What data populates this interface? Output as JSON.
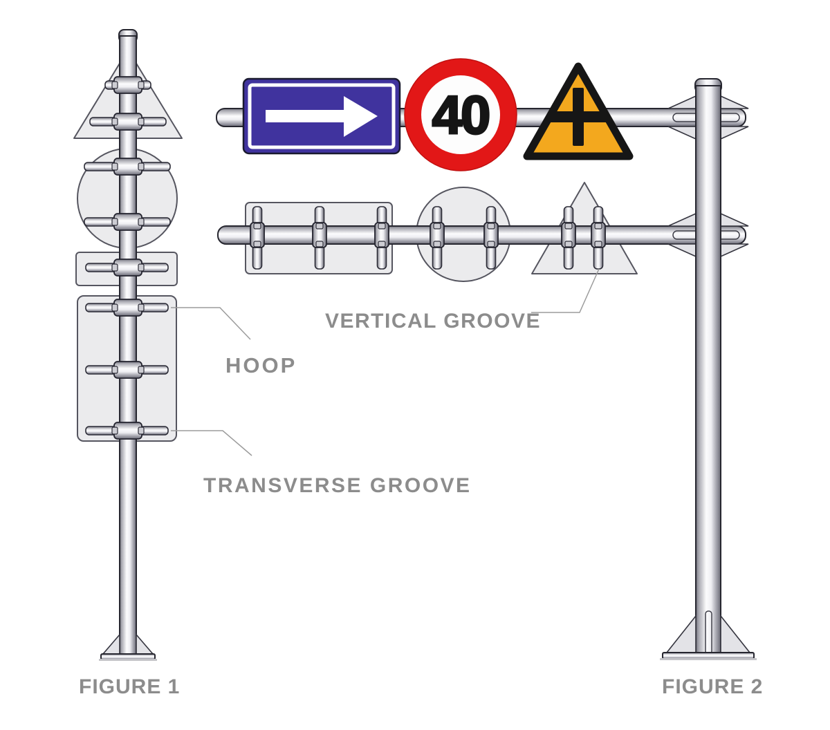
{
  "labels": {
    "hoop": "HOOP",
    "transverse_groove": "TRANSVERSE GROOVE",
    "vertical_groove": "VERTICAL GROOVE",
    "figure_1": "FIGURE 1",
    "figure_2": "FIGURE 2"
  },
  "signs": {
    "one_way_arrow": "right-arrow-one-way-sign",
    "speed_limit": {
      "value": "40"
    },
    "crossroads_warning": "crossroads-warning-sign"
  },
  "colors": {
    "sign_blue": "#40339e",
    "sign_red": "#e21717",
    "sign_yellow": "#f3a81e",
    "label_gray": "#8c8c8c",
    "leader_gray": "#9b9b9b"
  }
}
